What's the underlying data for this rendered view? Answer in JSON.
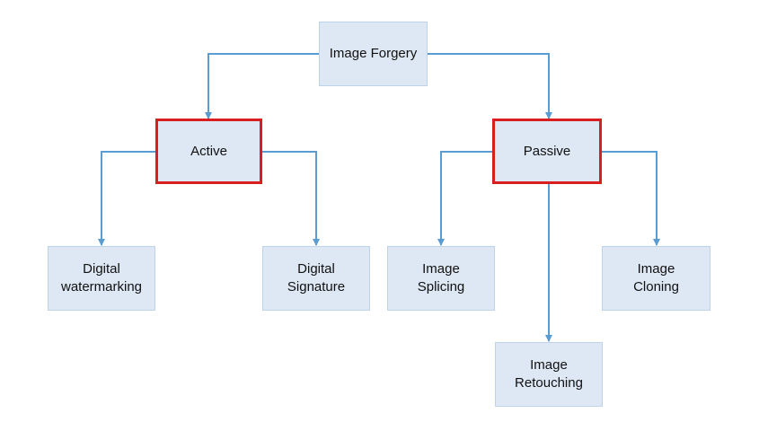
{
  "colors": {
    "node_fill": "#dde8f4",
    "node_border": "#bfd3e8",
    "highlight_border": "#d81e1e",
    "connector": "#5a9bd0"
  },
  "nodes": {
    "root": "Image Forgery",
    "active": "Active",
    "passive": "Passive",
    "digital_watermarking": "Digital\nwatermarking",
    "digital_signature": "Digital\nSignature",
    "image_splicing": "Image\nSplicing",
    "image_cloning": "Image\nCloning",
    "image_retouching": "Image\nRetouching"
  },
  "edges": [
    {
      "from": "root",
      "to": "active"
    },
    {
      "from": "root",
      "to": "passive"
    },
    {
      "from": "active",
      "to": "digital_watermarking"
    },
    {
      "from": "active",
      "to": "digital_signature"
    },
    {
      "from": "passive",
      "to": "image_splicing"
    },
    {
      "from": "passive",
      "to": "image_cloning"
    },
    {
      "from": "passive",
      "to": "image_retouching"
    }
  ],
  "highlighted": [
    "active",
    "passive"
  ]
}
